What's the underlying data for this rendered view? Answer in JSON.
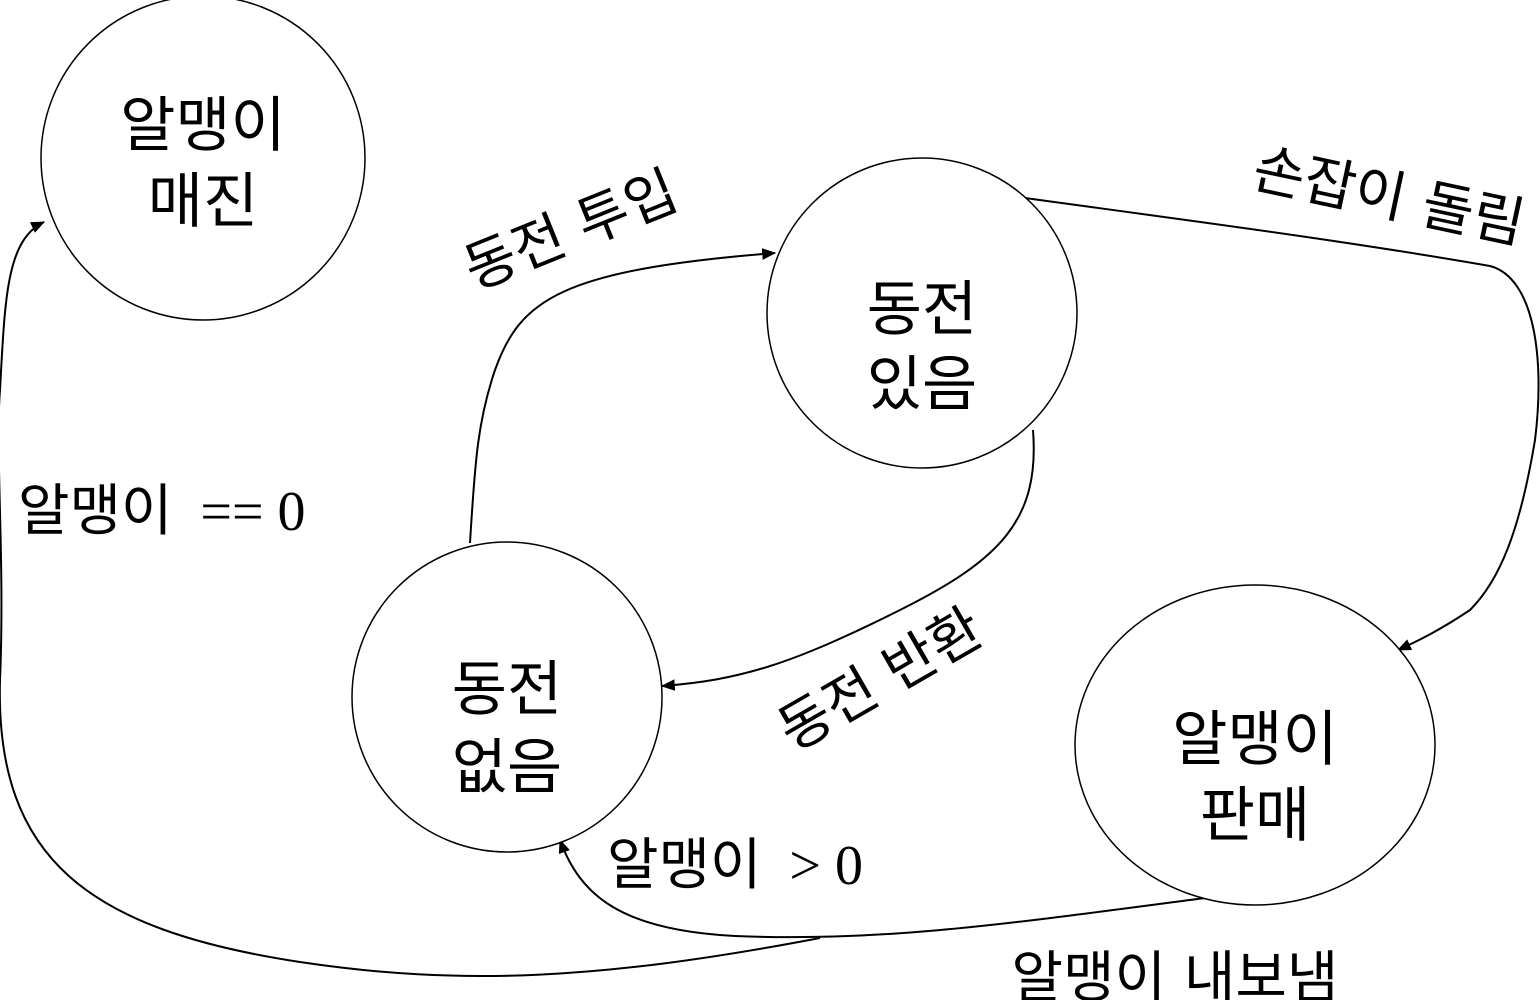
{
  "states": {
    "sold_out": {
      "line1": "알맹이",
      "line2": "매진"
    },
    "has_coin": {
      "line1": "동전",
      "line2": "있음"
    },
    "no_coin": {
      "line1": "동전",
      "line2": "없음"
    },
    "sold": {
      "line1": "알맹이",
      "line2": "판매"
    }
  },
  "transitions": {
    "insert_coin": "동전 투입",
    "turn_crank": "손잡이 돌림",
    "eject_coin": "동전 반환",
    "dispense": "알맹이 내보냄",
    "gumballs_gt_zero": {
      "word": "알맹이",
      "expr": "> 0"
    },
    "gumballs_eq_zero": {
      "word": "알맹이",
      "expr": "== 0"
    }
  },
  "colors": {
    "stroke": "#000000",
    "background": "#ffffff"
  }
}
